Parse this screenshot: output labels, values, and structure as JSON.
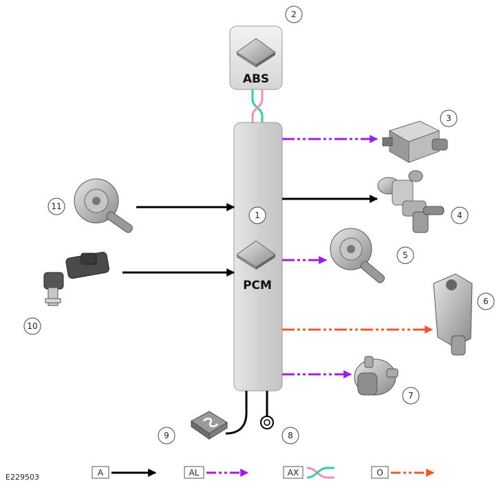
{
  "modules": {
    "pcm": {
      "label": "PCM",
      "number": "1"
    },
    "abs": {
      "label": "ABS",
      "number": "2"
    }
  },
  "components": [
    {
      "number": "3",
      "icon": "control-module-icon"
    },
    {
      "number": "4",
      "icon": "coolant-valve-icon"
    },
    {
      "number": "5",
      "icon": "vacuum-pump-icon"
    },
    {
      "number": "6",
      "icon": "thermostat-housing-icon"
    },
    {
      "number": "7",
      "icon": "electric-water-pump-icon"
    },
    {
      "number": "8",
      "icon": "ground-icon"
    },
    {
      "number": "9",
      "icon": "fuse-icon"
    },
    {
      "number": "10",
      "icon": "sensor-icon"
    },
    {
      "number": "11",
      "icon": "vacuum-pump-icon"
    }
  ],
  "legend": [
    {
      "code": "A",
      "color": "#000000",
      "style": "solid arrow"
    },
    {
      "code": "AL",
      "color": "#9b1fe8",
      "style": "dash-dot-dot arrow"
    },
    {
      "code": "AX",
      "color": "#2fd39a",
      "color2": "#f28cb8",
      "style": "twisted pair"
    },
    {
      "code": "O",
      "color": "#f0582a",
      "style": "dash-dot-dot arrow"
    }
  ],
  "reference": "E229503",
  "colors": {
    "module_fill": "#dcdcdc",
    "solid": "#000000",
    "purple": "#9b1fe8",
    "orange": "#f0582a",
    "green": "#2fd39a",
    "pink": "#f28cb8"
  }
}
